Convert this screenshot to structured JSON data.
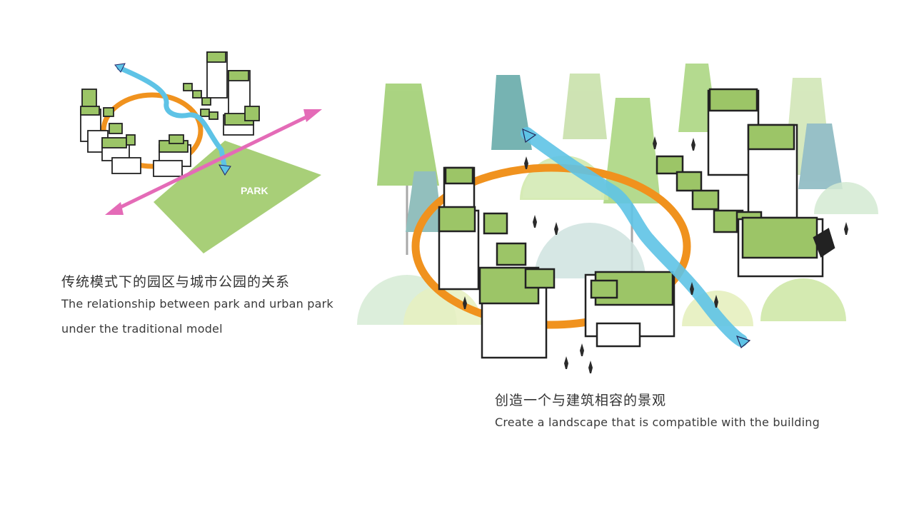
{
  "left": {
    "park_label": "PARK",
    "title_cn": "传统模式下的园区与城市公园的关系",
    "title_en_line1": "The relationship between park and urban park",
    "title_en_line2": "under the traditional model"
  },
  "right": {
    "title_cn": "创造一个与建筑相容的景观",
    "title_en": "Create a landscape that is compatible with the building"
  },
  "colors": {
    "building_green": "#9cc567",
    "river_blue": "#5ec3e6",
    "loop_orange": "#f0921e",
    "arrow_pink": "#e46bb7",
    "park_green": "#a8cf78"
  },
  "icons": [
    "pink-double-arrow-icon",
    "blue-river-arrow-icon",
    "tree-icon",
    "pedestrian-icon"
  ]
}
